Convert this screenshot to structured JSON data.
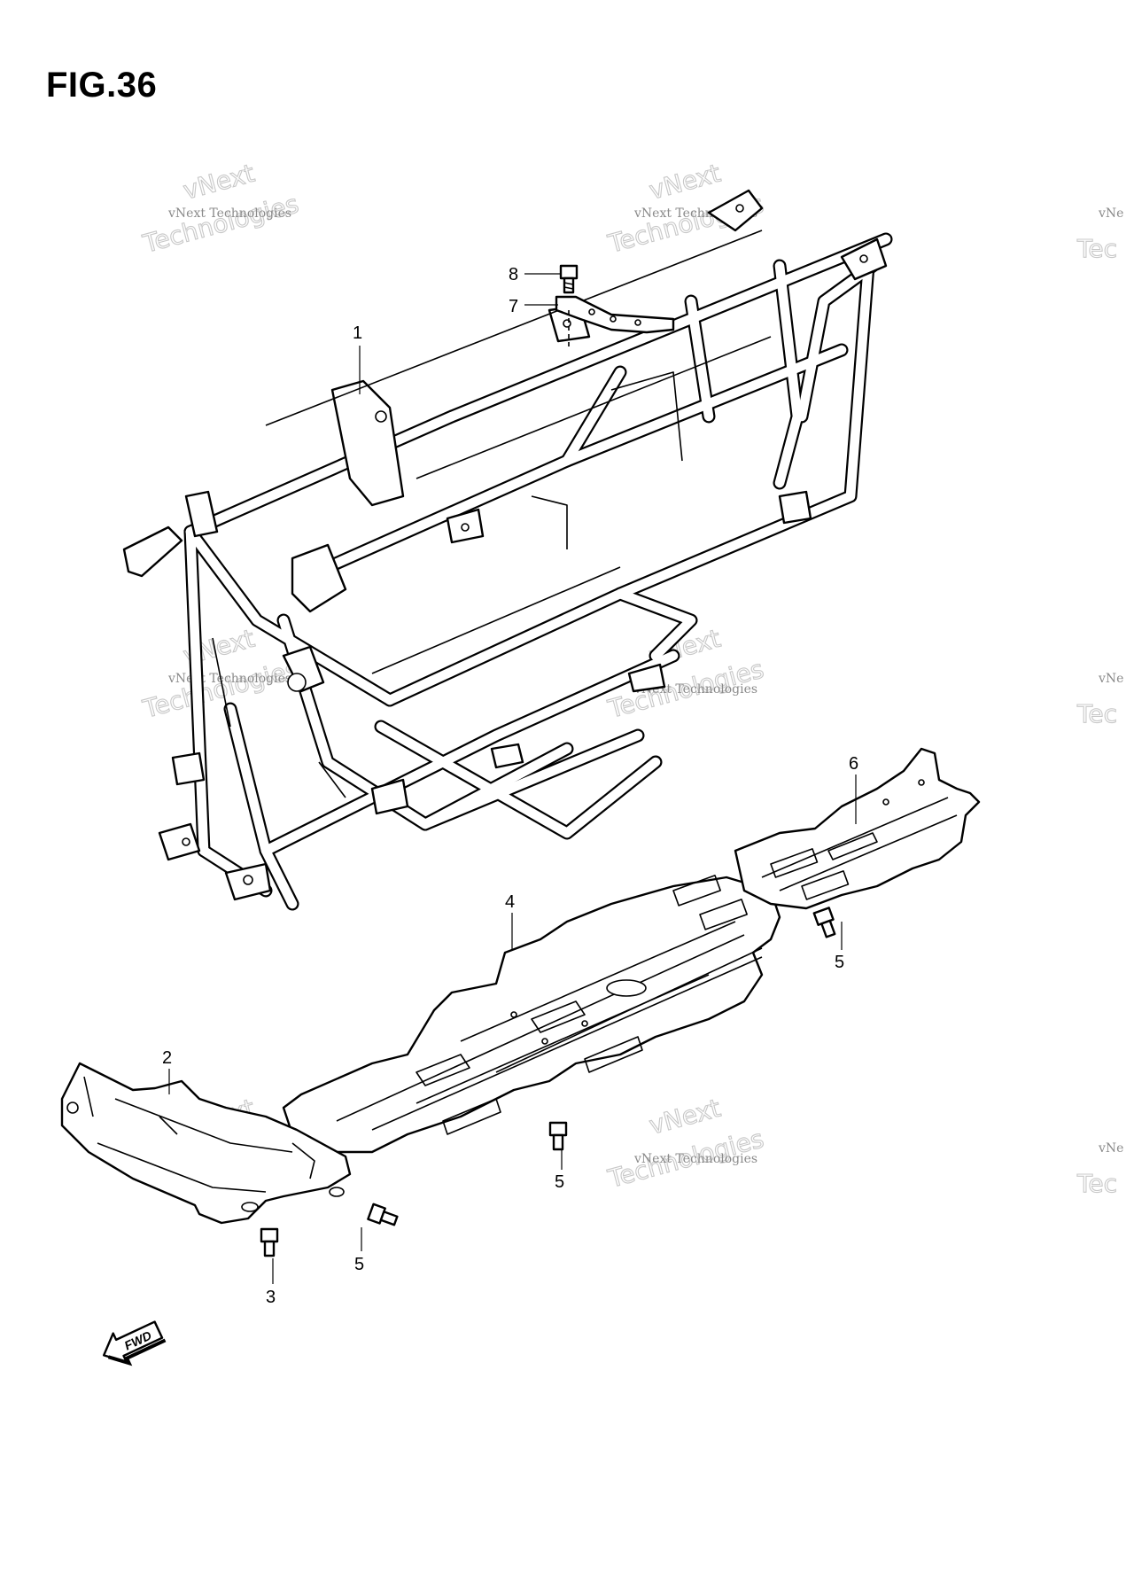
{
  "figure": {
    "title": "FIG.36"
  },
  "watermark": {
    "line1": "vNext Technologies",
    "big1": "vNext",
    "big2": "Technologies",
    "partial1": "vNe",
    "partial2": "Tec"
  },
  "callouts": [
    {
      "id": "1",
      "label": "1"
    },
    {
      "id": "2",
      "label": "2"
    },
    {
      "id": "3",
      "label": "3"
    },
    {
      "id": "4",
      "label": "4"
    },
    {
      "id": "5a",
      "label": "5"
    },
    {
      "id": "5b",
      "label": "5"
    },
    {
      "id": "5c",
      "label": "5"
    },
    {
      "id": "6",
      "label": "6"
    },
    {
      "id": "7",
      "label": "7"
    },
    {
      "id": "8",
      "label": "8"
    }
  ],
  "fwd": {
    "label": "FWD"
  },
  "parts": {
    "frame": "frame-icon",
    "front-guard": "front-skid-plate-icon",
    "center-guard": "center-skid-plate-icon",
    "rear-guard": "rear-skid-plate-icon",
    "bracket": "bracket-icon",
    "bolt": "bolt-icon"
  }
}
